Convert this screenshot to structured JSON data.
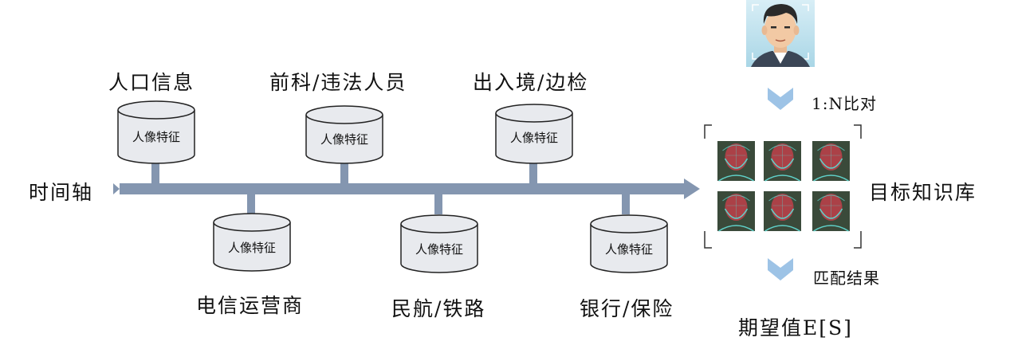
{
  "timeline": {
    "label": "时间轴"
  },
  "databases": {
    "top": [
      {
        "title": "人口信息",
        "cylinder_text": "人像特征"
      },
      {
        "title": "前科/违法人员",
        "cylinder_text": "人像特征"
      },
      {
        "title": "出入境/边检",
        "cylinder_text": "人像特征"
      }
    ],
    "bottom": [
      {
        "title": "电信运营商",
        "cylinder_text": "人像特征"
      },
      {
        "title": "民航/铁路",
        "cylinder_text": "人像特征"
      },
      {
        "title": "银行/保险",
        "cylinder_text": "人像特征"
      }
    ]
  },
  "compare_label": "1:N比对",
  "knowledge_base": {
    "label": "目标知识库"
  },
  "match_label": "匹配结果",
  "expected_value_label": "期望值E[S]",
  "colors": {
    "arrow": "#8496b0",
    "cylinder_fill": "#e8eaee",
    "cylinder_stroke": "#222222",
    "chevron": "#9dc3e6",
    "face_bg": "#3a4a3a",
    "face_red": "#c0404a",
    "face_cyan": "#5fd0c8"
  }
}
